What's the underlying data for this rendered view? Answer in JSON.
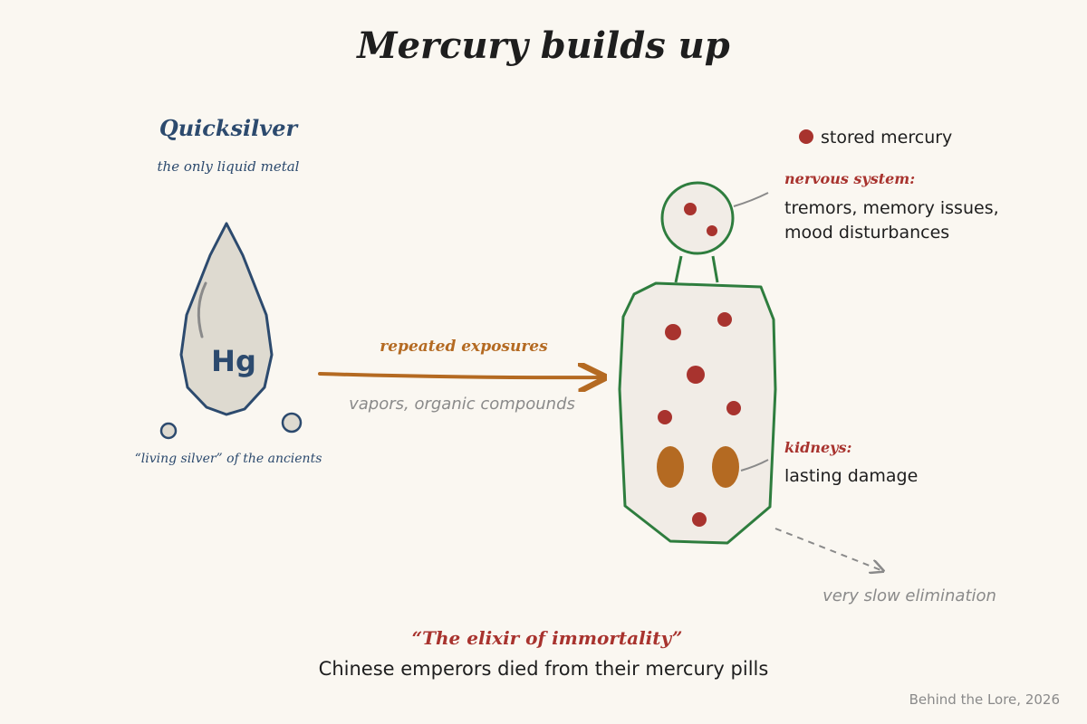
{
  "title": "Mercury builds up",
  "quicksilver": {
    "heading": "Quicksilver",
    "subheading": "the only liquid metal",
    "symbol": "Hg",
    "caption": "“living silver” of the ancients"
  },
  "arrow": {
    "label_top": "repeated exposures",
    "label_bottom": "vapors, organic compounds"
  },
  "legend": {
    "label": "stored mercury"
  },
  "annotations": {
    "nervous_title": "nervous system:",
    "nervous_line1": "tremors, memory issues,",
    "nervous_line2": "mood disturbances",
    "kidneys_title": "kidneys:",
    "kidneys_line1": "lasting damage",
    "elimination": "very slow elimination"
  },
  "footer": {
    "quote": "“The elixir of immortality”",
    "note": "Chinese emperors died from their mercury pills",
    "credit": "Behind the Lore, 2026"
  },
  "colors": {
    "background": "#faf7f1",
    "navy": "#2c4a6e",
    "green": "#2e7d3e",
    "red": "#a8332e",
    "orange": "#b46a22",
    "gray": "#8a8a8a",
    "drop_fill": "#dedad0",
    "body_fill": "#f1ece6"
  }
}
